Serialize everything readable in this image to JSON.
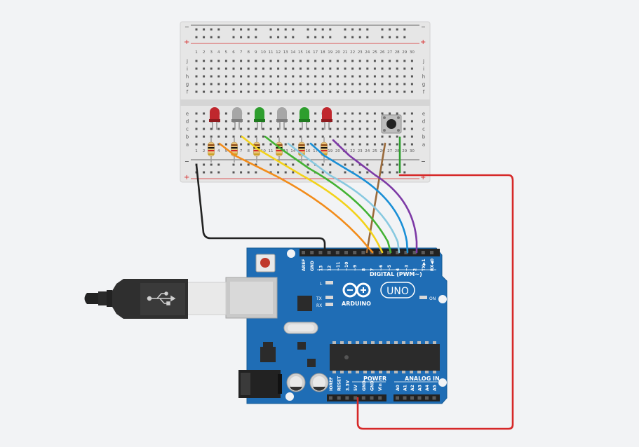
{
  "canvas": {
    "background": "#f2f3f5"
  },
  "breadboard": {
    "column_numbers": [
      "1",
      "2",
      "3",
      "4",
      "5",
      "6",
      "7",
      "8",
      "9",
      "10",
      "11",
      "12",
      "13",
      "14",
      "15",
      "16",
      "17",
      "18",
      "19",
      "20",
      "21",
      "22",
      "23",
      "24",
      "25",
      "26",
      "27",
      "28",
      "29",
      "30"
    ],
    "row_letters_top": [
      "j",
      "i",
      "h",
      "g",
      "f"
    ],
    "row_letters_bottom": [
      "e",
      "d",
      "c",
      "b",
      "a"
    ],
    "rail_minus": "−",
    "rail_plus": "+"
  },
  "leds": [
    {
      "color": "red"
    },
    {
      "color": "grey"
    },
    {
      "color": "green"
    },
    {
      "color": "grey"
    },
    {
      "color": "green"
    },
    {
      "color": "red"
    }
  ],
  "wire_colors": {
    "orange": "#f28c1a",
    "yellow": "#f3d21a",
    "green": "#43b233",
    "lightblue": "#88c9e0",
    "blue": "#1a8fd6",
    "purple": "#7d3aa6",
    "brown": "#9a6a3b",
    "black": "#222222",
    "red": "#d62828",
    "darkgreen": "#2e9e2e"
  },
  "arduino": {
    "brand": "ARDUINO",
    "model": "UNO",
    "digital_header_label": "DIGITAL (PWM~)",
    "digital_pins": [
      "AREF",
      "GND",
      "13",
      "12",
      "~11",
      "~10",
      "~9",
      "8",
      "7",
      "~6",
      "~5",
      "4",
      "~3",
      "2",
      "TX▶1",
      "RX◀0"
    ],
    "led_labels": {
      "l": "L",
      "tx": "TX",
      "rx": "RX",
      "on": "ON"
    },
    "power_label": "POWER",
    "power_pins": [
      "IOREF",
      "RESET",
      "3.3V",
      "5V",
      "GND",
      "GND",
      "Vin"
    ],
    "analog_label": "ANALOG IN",
    "analog_pins": [
      "A0",
      "A1",
      "A2",
      "A3",
      "A4",
      "A5"
    ],
    "accent_color": "#1f6db5"
  }
}
